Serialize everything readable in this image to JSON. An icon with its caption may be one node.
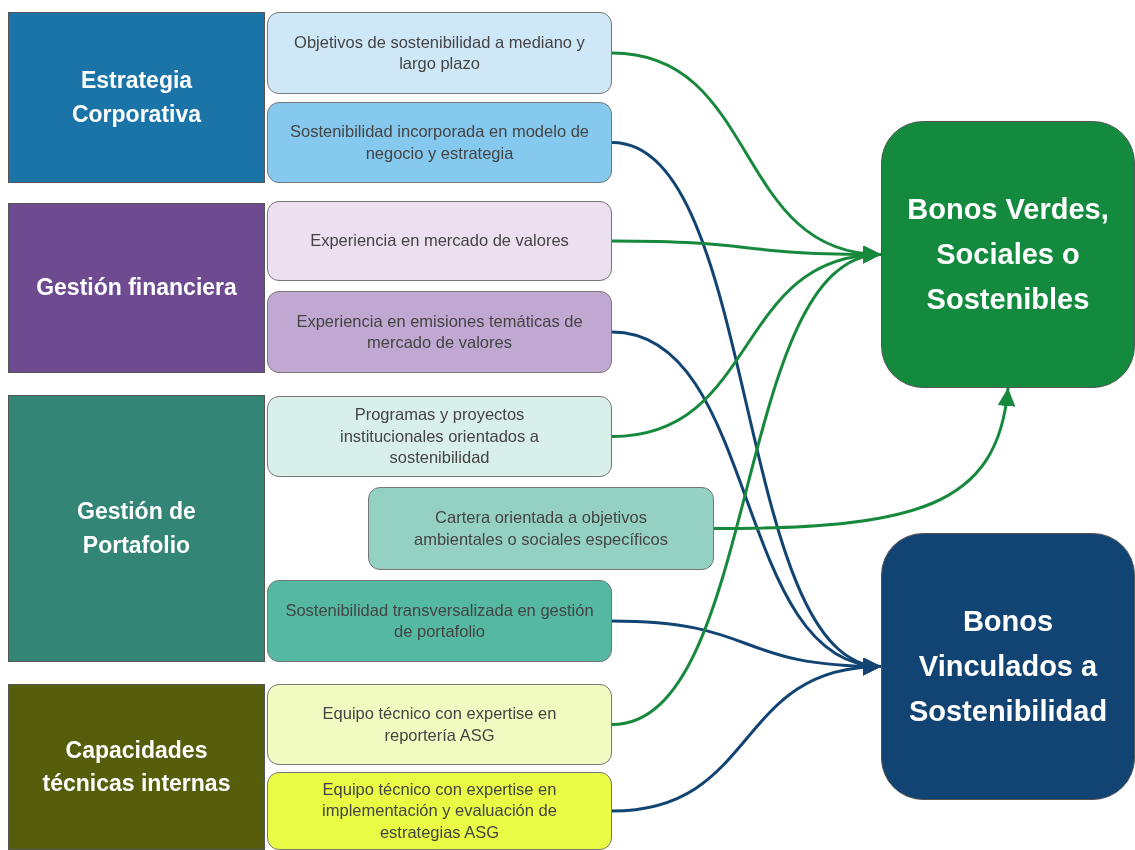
{
  "diagram": {
    "nodes": [
      {
        "text": [
          "Estrategia Corporativa"
        ]
      },
      {
        "text": [
          "Objetivos de sostenibilidad a mediano y largo plazo"
        ]
      },
      {
        "text": [
          "Sostenibilidad incorporada en modelo de negocio y estrategia"
        ]
      },
      {
        "text": [
          "Gestión financiera"
        ]
      },
      {
        "text": [
          "Experiencia en mercado de valores"
        ]
      },
      {
        "text": [
          "Experiencia en emisiones temáticas de mercado de valores"
        ]
      },
      {
        "text": [
          "Gestión de Portafolio"
        ]
      },
      {
        "text": [
          "Programas y proyectos institucionales orientados a sostenibilidad"
        ]
      },
      {
        "text": [
          "Cartera orientada a objetivos ambientales o sociales específicos"
        ]
      },
      {
        "text": [
          "Sostenibilidad transversalizada en gestión de portafolio"
        ]
      },
      {
        "text": [
          "Capacidades técnicas internas"
        ]
      },
      {
        "text": [
          "Equipo técnico con expertise en reportería ASG"
        ]
      },
      {
        "text": [
          "Equipo técnico con expertise en implementación y evaluación de estrategias ASG"
        ]
      },
      {
        "text": [
          "Bonos Verdes, Sociales o Sostenibles"
        ]
      },
      {
        "text": [
          "Bonos Vinculados a Sostenibilidad"
        ]
      }
    ],
    "edges": [
      {
        "from": 1,
        "to": 13,
        "arrow": "to"
      },
      {
        "from": 2,
        "to": 14,
        "arrow": "to",
        "color": "#124473"
      },
      {
        "from": 4,
        "to": 13,
        "arrow": "to"
      },
      {
        "from": 5,
        "to": 14,
        "arrow": "to",
        "color": "#124473"
      },
      {
        "from": 7,
        "to": 13,
        "arrow": "to"
      },
      {
        "from": 8,
        "to": 13,
        "arrow": "to"
      },
      {
        "from": 9,
        "to": 14,
        "arrow": "to",
        "color": "#124473"
      },
      {
        "from": 11,
        "to": 13,
        "arrow": "to"
      },
      {
        "from": 12,
        "to": 14,
        "arrow": "to",
        "color": "#124473"
      }
    ]
  }
}
